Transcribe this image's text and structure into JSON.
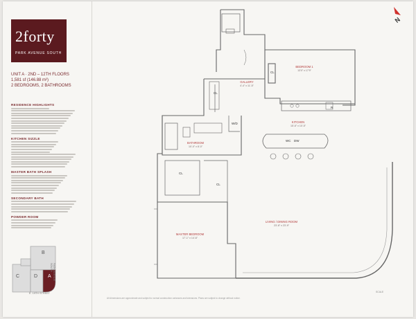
{
  "brand": {
    "name": "2forty",
    "subtitle": "PARK AVENUE SOUTH",
    "color": "#5b1a1f"
  },
  "unit": {
    "line1": "UNIT A · 2ND – 12TH FLOORS",
    "line2": "1,581 sf (146.88 m²)",
    "line3": "2 BEDROOMS, 2 BATHROOMS"
  },
  "sections": [
    {
      "title": "RESIDENCE HIGHLIGHTS",
      "lines": 11
    },
    {
      "title": "KITCHEN SIZZLE",
      "lines": 11
    },
    {
      "title": "MASTER BATH SPLASH",
      "lines": 8
    },
    {
      "title": "SECONDARY BATH",
      "lines": 5
    },
    {
      "title": "POWDER ROOM",
      "lines": 4
    }
  ],
  "keyplan": {
    "labels": [
      "A",
      "B",
      "C",
      "D"
    ],
    "street_side": "PARK AVENUE SOUTH",
    "street_bottom": "E. 19TH STREET"
  },
  "rooms": {
    "bedroom1": {
      "name": "BEDROOM 1",
      "dim": "13'0\" x 17'9\""
    },
    "gallery": {
      "name": "GALLERY",
      "dim": "4'-4\" x 11'-5\""
    },
    "kitchen": {
      "name": "KITCHEN",
      "dim": "15'-6\" x 10'-5\""
    },
    "bathroom": {
      "name": "BATHROOM",
      "dim": "10'-0\" x 8'-0\""
    },
    "living": {
      "name": "LIVING / DINING ROOM",
      "dim": "23'-8\" x 23'-9\""
    },
    "master": {
      "name": "MASTER BEDROOM",
      "dim": "17'-1\" x 14'-6\""
    }
  },
  "tags": {
    "cl": "CL",
    "wd": "W/D",
    "wc": "WC",
    "dw": "DW",
    "r": "R"
  },
  "north": "N",
  "footer": "All dimensions are approximate and subject to normal construction variances and tolerances. Plans are subject to change without notice.",
  "scale": "SCALE"
}
